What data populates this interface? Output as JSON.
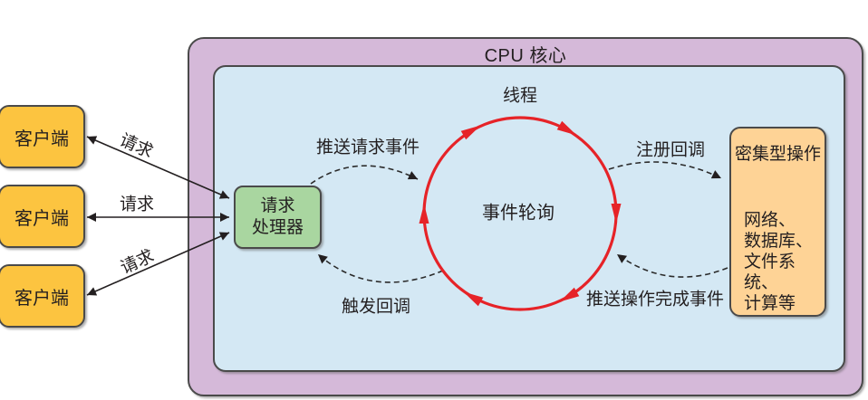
{
  "title": "CPU 核心",
  "thread_label": "线程",
  "event_loop_label": "事件轮询",
  "clients": [
    {
      "label": "客户端"
    },
    {
      "label": "客户端"
    },
    {
      "label": "客户端"
    }
  ],
  "request_arrows": [
    {
      "label": "请求"
    },
    {
      "label": "请求"
    },
    {
      "label": "请求"
    }
  ],
  "request_processor": {
    "line1": "请求",
    "line2": "处理器"
  },
  "flow_labels": {
    "push_request_event": "推送请求事件",
    "register_callback": "注册回调",
    "trigger_callback": "触发回调",
    "push_operation_complete_event": "推送操作完成事件"
  },
  "intensive_operations": {
    "title": "密集型操作",
    "items": [
      "网络、",
      "数据库、",
      "文件系统、",
      "计算等"
    ]
  },
  "colors": {
    "cpu_core_bg": "#d5b9d9",
    "inner_bg": "#d4e8f4",
    "client_bg": "#fcc440",
    "processor_bg": "#a9d6a0",
    "operations_bg": "#fed396",
    "event_loop_stroke": "#e62328",
    "line_color": "#231f20"
  }
}
